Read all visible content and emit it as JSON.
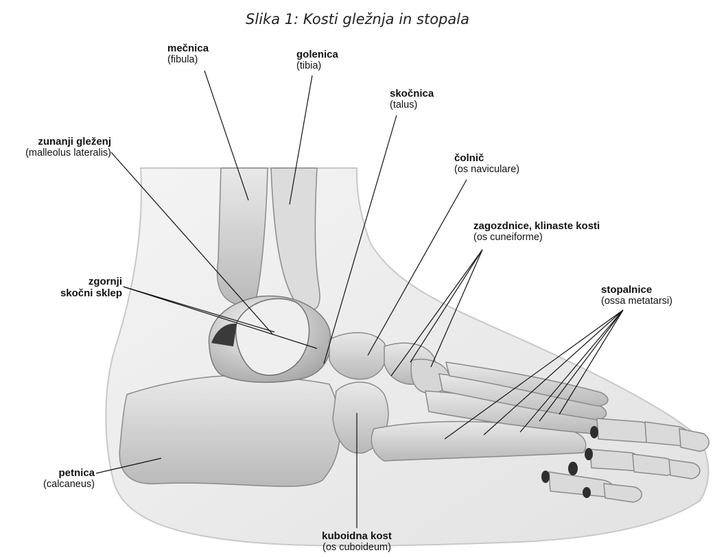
{
  "caption": "Slika 1: Kosti gležnja in stopala",
  "labels": [
    {
      "id": "fibula",
      "name": "mečnica",
      "latin": "(fibula)"
    },
    {
      "id": "tibia",
      "name": "golenica",
      "latin": "(tibia)"
    },
    {
      "id": "talus",
      "name": "skočnica",
      "latin": "(talus)"
    },
    {
      "id": "malleolus",
      "name": "zunanji gleženj",
      "latin": "(malleolus lateralis)"
    },
    {
      "id": "navicular",
      "name": "čolnič",
      "latin": "(os naviculare)"
    },
    {
      "id": "cuneiform",
      "name": "zagozdnice, klinaste kosti",
      "latin": "(os cuneiforme)"
    },
    {
      "id": "ankle-joint",
      "name": "zgornji",
      "name2": "skočni sklep"
    },
    {
      "id": "metatarsal",
      "name": "stopalnice",
      "latin": "(ossa metatarsi)"
    },
    {
      "id": "calcaneus",
      "name": "petnica",
      "latin": "(calcaneus)"
    },
    {
      "id": "cuboid",
      "name": "kuboidna kost",
      "latin": "(os cuboideum)"
    }
  ]
}
